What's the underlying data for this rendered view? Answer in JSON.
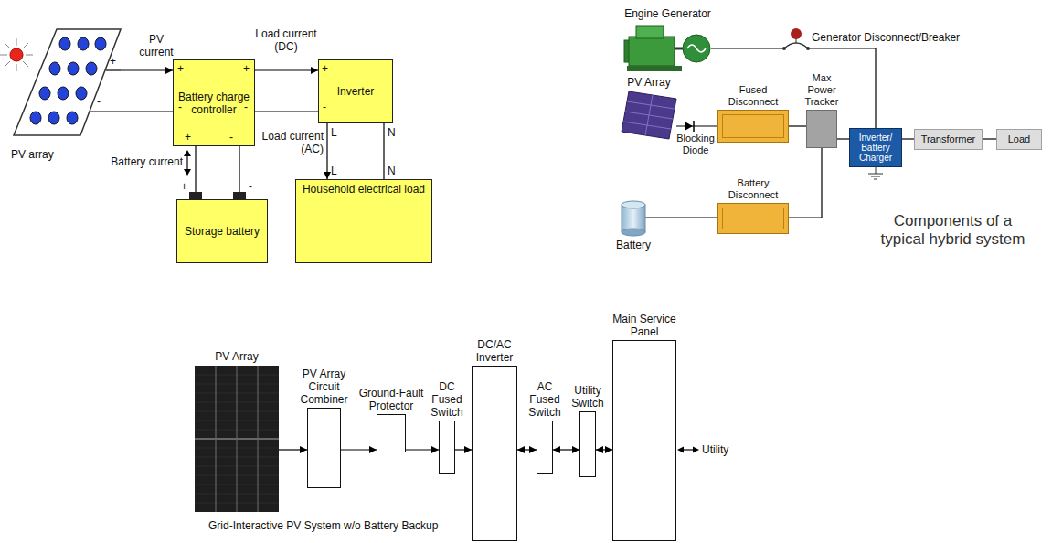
{
  "diagram": {
    "nodes": [
      {
        "text": [
          "PV array"
        ]
      },
      {
        "text": [
          "Battery charge controller"
        ]
      },
      {
        "text": [
          "Inverter"
        ]
      },
      {
        "text": [
          "Storage battery"
        ]
      },
      {
        "text": [
          "Household electrical load"
        ]
      },
      {
        "text": [
          "Engine Generator"
        ]
      },
      {
        "text": [
          "PV Array"
        ]
      },
      {
        "text": [
          "Fused Disconnect"
        ]
      },
      {
        "text": [
          "Max Power Tracker"
        ]
      },
      {
        "text": [
          "Inverter/ Battery Charger"
        ]
      },
      {
        "text": [
          "Transformer"
        ]
      },
      {
        "text": [
          "Load"
        ]
      },
      {
        "text": [
          "Battery"
        ]
      },
      {
        "text": [
          "Battery Disconnect"
        ]
      },
      {
        "text": [
          "PV Array"
        ]
      },
      {
        "text": [
          "PV Array Circuit Combiner"
        ]
      },
      {
        "text": [
          "Ground-Fault Protector"
        ]
      },
      {
        "text": [
          "DC Fused Switch"
        ]
      },
      {
        "text": [
          "DC/AC Inverter"
        ]
      },
      {
        "text": [
          "AC Fused Switch"
        ]
      },
      {
        "text": [
          "Utility Switch"
        ]
      },
      {
        "text": [
          "Main Service Panel"
        ]
      }
    ],
    "edges": [
      {
        "from": 0,
        "to": 1,
        "arrow": "to",
        "label": "PV current"
      },
      {
        "from": 1,
        "to": 2,
        "arrow": "to",
        "label": "Load current (DC)"
      },
      {
        "from": 1,
        "to": 3,
        "arrow": "none",
        "label": "Battery current"
      },
      {
        "from": 2,
        "to": 4,
        "arrow": "to",
        "label": "Load current (AC)"
      },
      {
        "from": 6,
        "to": 7,
        "arrow": "none"
      },
      {
        "from": 7,
        "to": 8,
        "arrow": "none"
      },
      {
        "from": 8,
        "to": 9,
        "arrow": "none"
      },
      {
        "from": 9,
        "to": 10,
        "arrow": "none"
      },
      {
        "from": 10,
        "to": 11,
        "arrow": "none"
      },
      {
        "from": 5,
        "to": 9,
        "arrow": "none"
      },
      {
        "from": 12,
        "to": 13,
        "arrow": "none"
      },
      {
        "from": 13,
        "to": 8,
        "arrow": "none"
      },
      {
        "from": 14,
        "to": 15,
        "arrow": "to"
      },
      {
        "from": 15,
        "to": 16,
        "arrow": "to"
      },
      {
        "from": 16,
        "to": 17,
        "arrow": "to"
      },
      {
        "from": 17,
        "to": 18,
        "arrow": "to"
      },
      {
        "from": 18,
        "to": 19,
        "arrow": "both"
      },
      {
        "from": 19,
        "to": 20,
        "arrow": "both"
      },
      {
        "from": 20,
        "to": 21,
        "arrow": "both"
      }
    ],
    "labels": [
      "+",
      "-",
      "+",
      "-",
      "+",
      "-",
      "+",
      "-",
      "+",
      "-",
      "+",
      "-",
      "L",
      "N",
      "L",
      "N",
      "Generator Disconnect/Breaker",
      "Blocking Diode",
      "Components of a typical hybrid system",
      "Utility",
      "Grid-Interactive PV System w/o Battery Backup"
    ]
  }
}
